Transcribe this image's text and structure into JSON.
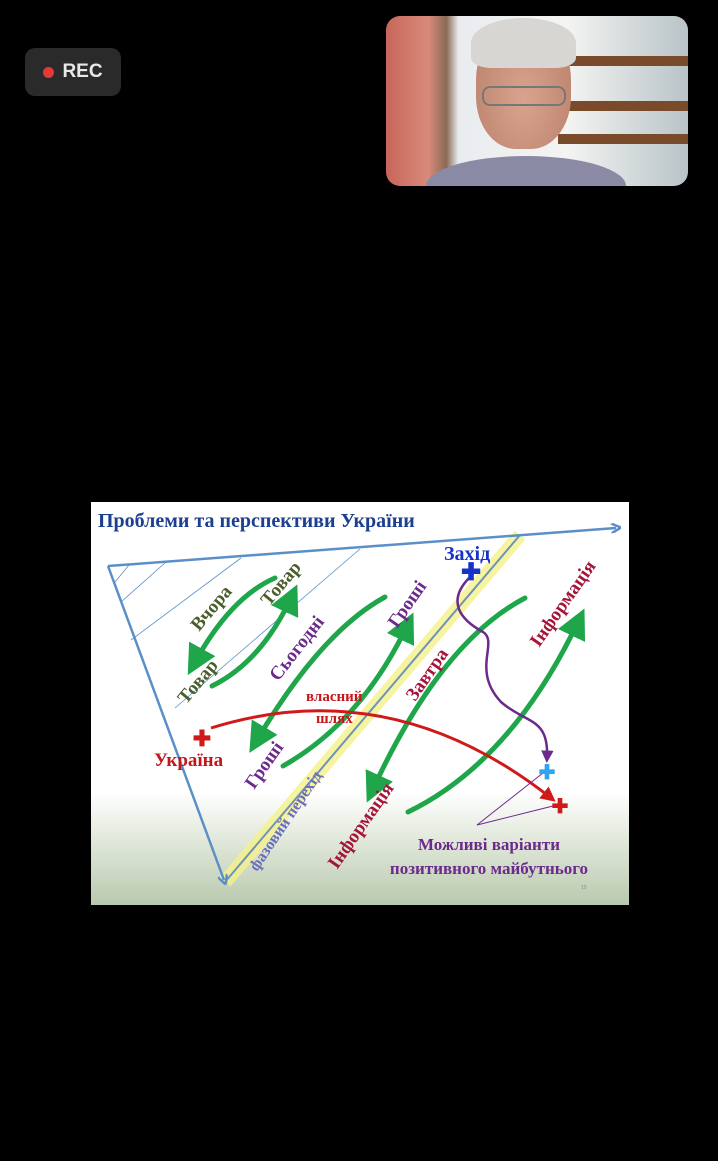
{
  "recording": {
    "label": "REC",
    "icon": "record-dot-icon",
    "color": "#e53935"
  },
  "participant_video": {
    "icon": "webcam-video"
  },
  "slide": {
    "title": "Проблеми та перспективи України",
    "labels": {
      "vchora": "Вчора",
      "tovar_top": "Товар",
      "tovar_bottom": "Товар",
      "sohodni": "Сьогодні",
      "groshi_top": "Гроші",
      "groshi_bottom": "Гроші",
      "zavtra": "Завтра",
      "informatsiia_top": "Інформація",
      "informatsiia_bottom": "Інформація",
      "zakhid": "Захід",
      "ukraina": "Україна",
      "vlasnyi": "власний",
      "shliakh": "шлях",
      "fazovyi_perekhid": "фазовий перехід",
      "mozhlyvi_line1": "Можливі варіанти",
      "mozhlyvi_line2": "позитивного майбутнього"
    },
    "page_number": "10",
    "colors": {
      "title": "#1c3f8f",
      "green": "#1fa64a",
      "red": "#d01a1a",
      "purple": "#6b2a8c",
      "blue": "#1733c7",
      "axis": "#5b8fc7"
    }
  }
}
